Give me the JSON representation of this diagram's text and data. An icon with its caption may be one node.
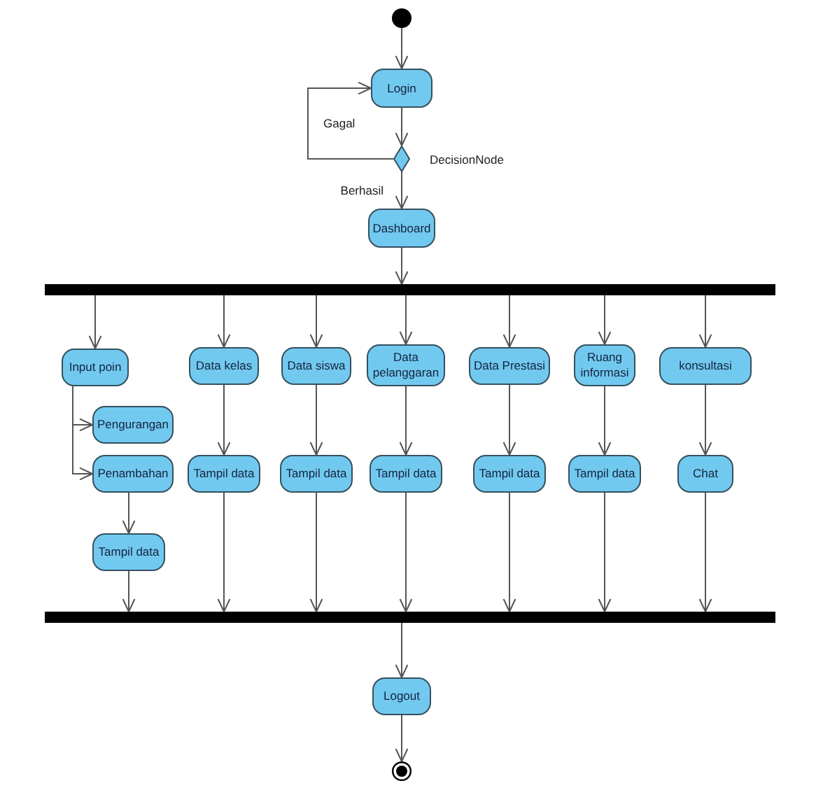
{
  "diagram": {
    "nodes": [
      {
        "text": [],
        "shape": "circle"
      },
      {
        "text": [
          "Login"
        ]
      },
      {
        "text": [],
        "shape": "diamond",
        "beside": [
          "DecisionNode"
        ]
      },
      {
        "text": [
          "Dashboard"
        ]
      },
      {
        "text": [],
        "shape": "bar"
      },
      {
        "text": [
          "Input poin"
        ]
      },
      {
        "text": [
          "Pengurangan"
        ]
      },
      {
        "text": [
          "Penambahan"
        ]
      },
      {
        "text": [
          "Tampil data"
        ]
      },
      {
        "text": [
          "Data kelas"
        ]
      },
      {
        "text": [
          "Tampil data"
        ]
      },
      {
        "text": [
          "Data siswa"
        ]
      },
      {
        "text": [
          "Tampil data"
        ]
      },
      {
        "text": [
          "Data pelanggaran"
        ]
      },
      {
        "text": [
          "Tampil data"
        ]
      },
      {
        "text": [
          "Data Prestasi"
        ]
      },
      {
        "text": [
          "Tampil data"
        ]
      },
      {
        "text": [
          "Ruang informasi"
        ]
      },
      {
        "text": [
          "Tampil data"
        ]
      },
      {
        "text": [
          "konsultasi"
        ]
      },
      {
        "text": [
          "Chat"
        ]
      },
      {
        "text": [],
        "shape": "bar"
      },
      {
        "text": [
          "Logout"
        ]
      },
      {
        "text": [],
        "shape": "circle"
      }
    ],
    "edges": [
      {
        "from": 0,
        "to": 1,
        "arrow": "to"
      },
      {
        "from": 1,
        "to": 2,
        "arrow": "to"
      },
      {
        "from": 2,
        "to": 1,
        "arrow": "to",
        "label": "Gagal"
      },
      {
        "from": 2,
        "to": 3,
        "arrow": "to",
        "label": "Berhasil"
      },
      {
        "from": 3,
        "to": 4,
        "arrow": "to"
      },
      {
        "from": 4,
        "to": 5,
        "arrow": "to"
      },
      {
        "from": 4,
        "to": 9,
        "arrow": "to"
      },
      {
        "from": 4,
        "to": 11,
        "arrow": "to"
      },
      {
        "from": 4,
        "to": 13,
        "arrow": "to"
      },
      {
        "from": 4,
        "to": 15,
        "arrow": "to"
      },
      {
        "from": 4,
        "to": 17,
        "arrow": "to"
      },
      {
        "from": 4,
        "to": 19,
        "arrow": "to"
      },
      {
        "from": 5,
        "to": 6,
        "arrow": "to"
      },
      {
        "from": 5,
        "to": 7,
        "arrow": "to"
      },
      {
        "from": 7,
        "to": 8,
        "arrow": "to"
      },
      {
        "from": 8,
        "to": 21,
        "arrow": "to"
      },
      {
        "from": 9,
        "to": 10,
        "arrow": "to"
      },
      {
        "from": 10,
        "to": 21,
        "arrow": "to"
      },
      {
        "from": 11,
        "to": 12,
        "arrow": "to"
      },
      {
        "from": 12,
        "to": 21,
        "arrow": "to"
      },
      {
        "from": 13,
        "to": 14,
        "arrow": "to"
      },
      {
        "from": 14,
        "to": 21,
        "arrow": "to"
      },
      {
        "from": 15,
        "to": 16,
        "arrow": "to"
      },
      {
        "from": 16,
        "to": 21,
        "arrow": "to"
      },
      {
        "from": 17,
        "to": 18,
        "arrow": "to"
      },
      {
        "from": 18,
        "to": 21,
        "arrow": "to"
      },
      {
        "from": 19,
        "to": 20,
        "arrow": "to"
      },
      {
        "from": 20,
        "to": 21,
        "arrow": "to"
      },
      {
        "from": 21,
        "to": 22,
        "arrow": "to"
      },
      {
        "from": 22,
        "to": 23,
        "arrow": "to"
      }
    ]
  }
}
